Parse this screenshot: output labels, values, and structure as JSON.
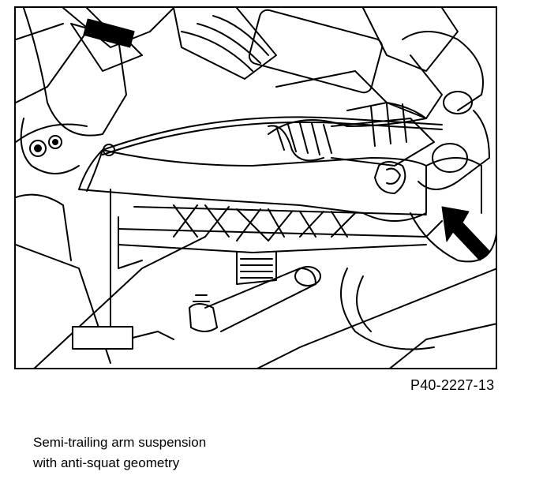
{
  "figure": {
    "id": "P40-2227-13",
    "caption": [
      "Semi-trailing arm suspension",
      "with anti-squat geometry"
    ]
  },
  "colors": {
    "ink": "#000000",
    "paper": "#ffffff"
  }
}
